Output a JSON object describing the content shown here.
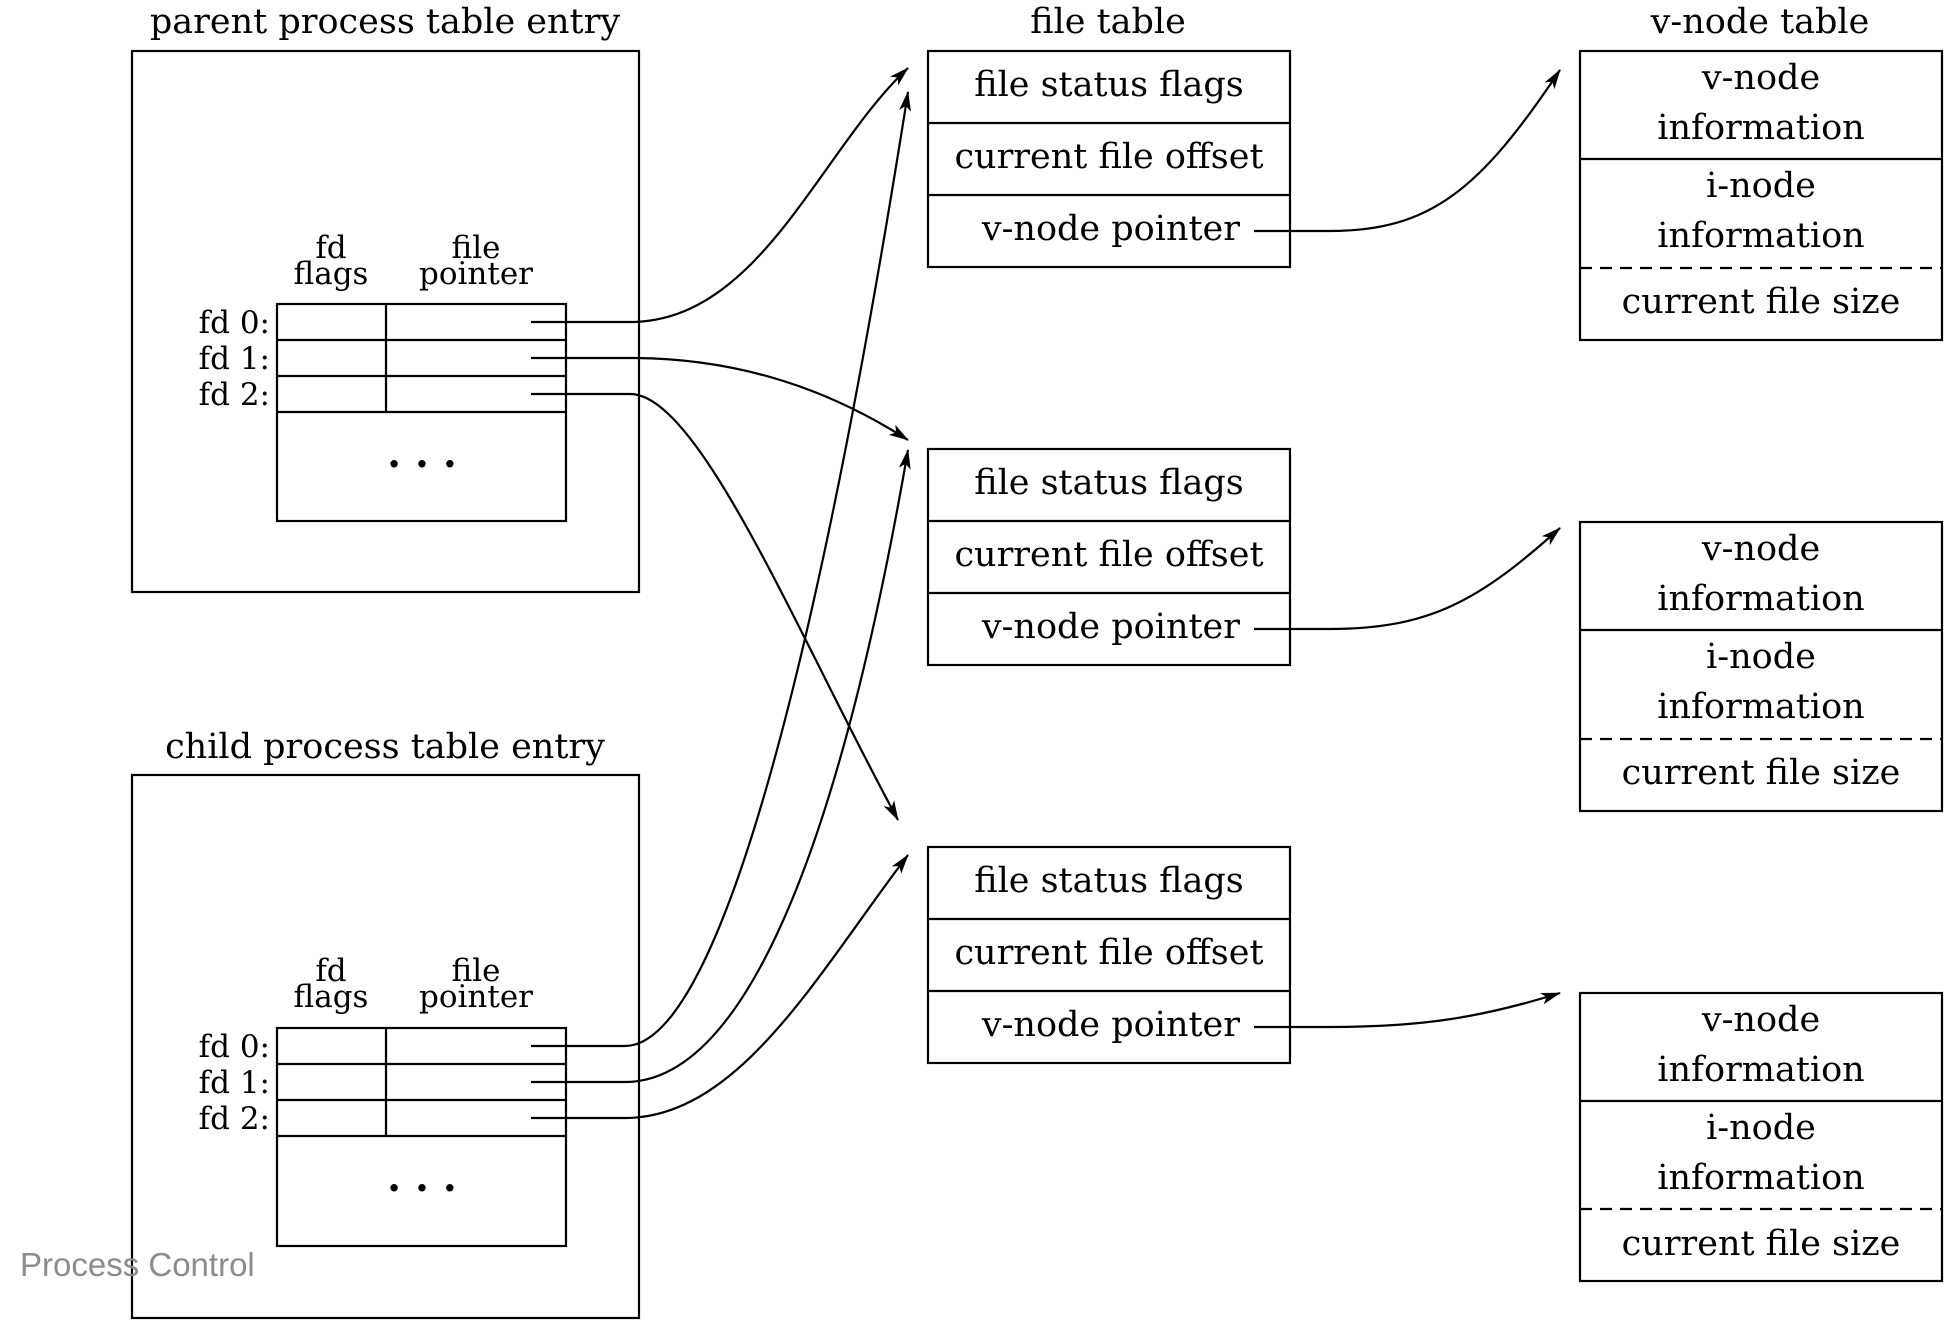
{
  "titles": {
    "parent": "parent process table entry",
    "child": "child process table entry",
    "file_table": "file table",
    "vnode_table": "v-node table"
  },
  "fd_table": {
    "col_flags": [
      "fd",
      "flags"
    ],
    "col_pointer": [
      "file",
      "pointer"
    ],
    "rows": [
      "fd 0:",
      "fd 1:",
      "fd 2:"
    ],
    "ellipsis": "· · ·"
  },
  "file_entry": {
    "status_flags": "file status flags",
    "offset": "current file offset",
    "vnode_pointer": "v-node pointer"
  },
  "vnode_entry": {
    "vnode_info": [
      "v-node",
      "information"
    ],
    "inode_info": [
      "i-node",
      "information"
    ],
    "file_size": "current file size"
  },
  "footer": "Process Control"
}
